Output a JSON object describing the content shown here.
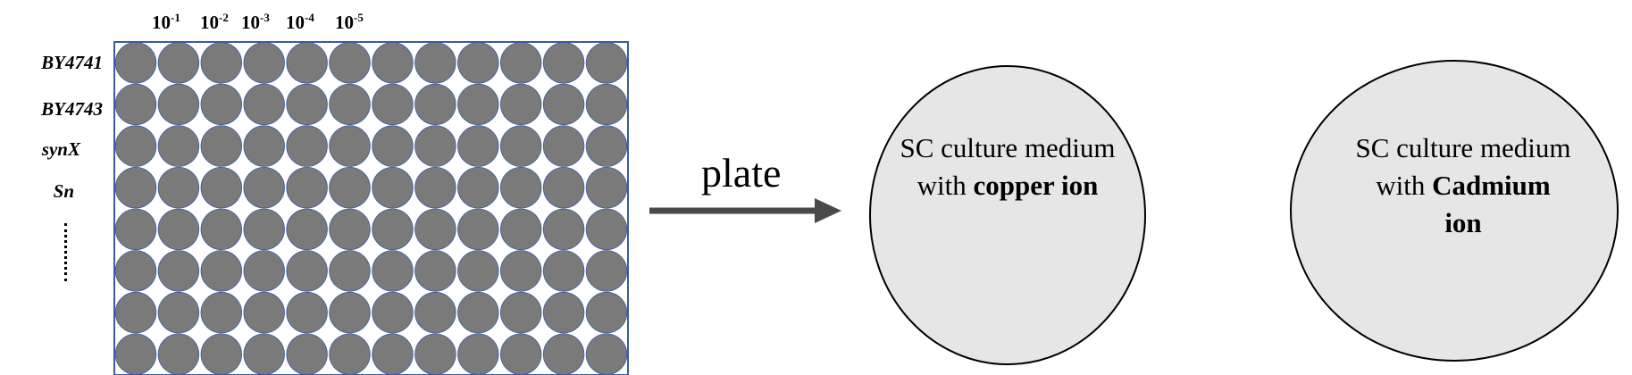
{
  "dilutions": [
    {
      "base": "10",
      "exp": "-1"
    },
    {
      "base": "10",
      "exp": "-2"
    },
    {
      "base": "10",
      "exp": "-3"
    },
    {
      "base": "10",
      "exp": "-4"
    },
    {
      "base": "10",
      "exp": "-5"
    }
  ],
  "strains": [
    "BY4741",
    "BY4743",
    "synX",
    "Sn"
  ],
  "grid": {
    "rows": 8,
    "cols": 12
  },
  "colors": {
    "well": "#7a7a7a",
    "plate_border": "#3b5aa0",
    "dish_fill": "#e6e6e6",
    "arrow": "#4a4a4a"
  },
  "arrow_label": "plate",
  "dishes": [
    {
      "line1": "SC culture medium",
      "line2_prefix": "with ",
      "line2_bold": "copper ion",
      "line3_bold": ""
    },
    {
      "line1": "SC culture medium",
      "line2_prefix": "with ",
      "line2_bold": "Cadmium",
      "line3_bold": "ion"
    }
  ]
}
